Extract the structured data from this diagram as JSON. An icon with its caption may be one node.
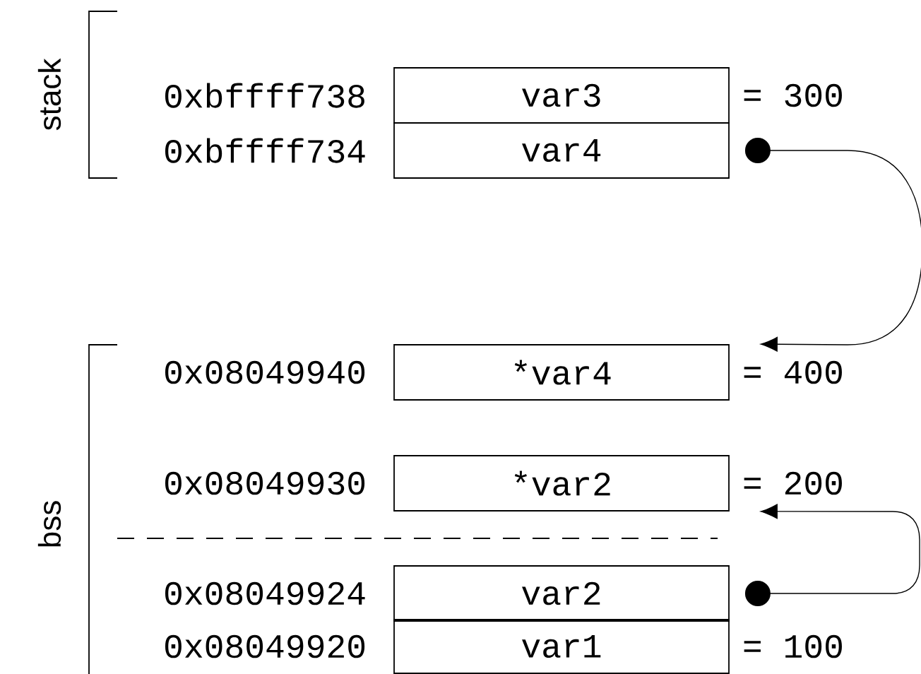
{
  "diagram": {
    "nodes": [
      {
        "text": [
          "var3"
        ],
        "beside": [
          "0xbffff738",
          "= 300"
        ]
      },
      {
        "text": [
          "var4"
        ],
        "beside": [
          "0xbffff734"
        ]
      },
      {
        "text": [
          "*var4"
        ],
        "beside": [
          "0x08049940",
          "= 400"
        ]
      },
      {
        "text": [
          "*var2"
        ],
        "beside": [
          "0x08049930",
          "= 200"
        ]
      },
      {
        "text": [
          "var2"
        ],
        "beside": [
          "0x08049924"
        ]
      },
      {
        "text": [
          "var1"
        ],
        "beside": [
          "0x08049920",
          "= 100"
        ]
      }
    ],
    "edges": [
      {
        "from": 1,
        "to": 2,
        "arrow": "to"
      },
      {
        "from": 4,
        "to": 3,
        "arrow": "to"
      }
    ],
    "labels": [
      "stack",
      "bss"
    ]
  }
}
